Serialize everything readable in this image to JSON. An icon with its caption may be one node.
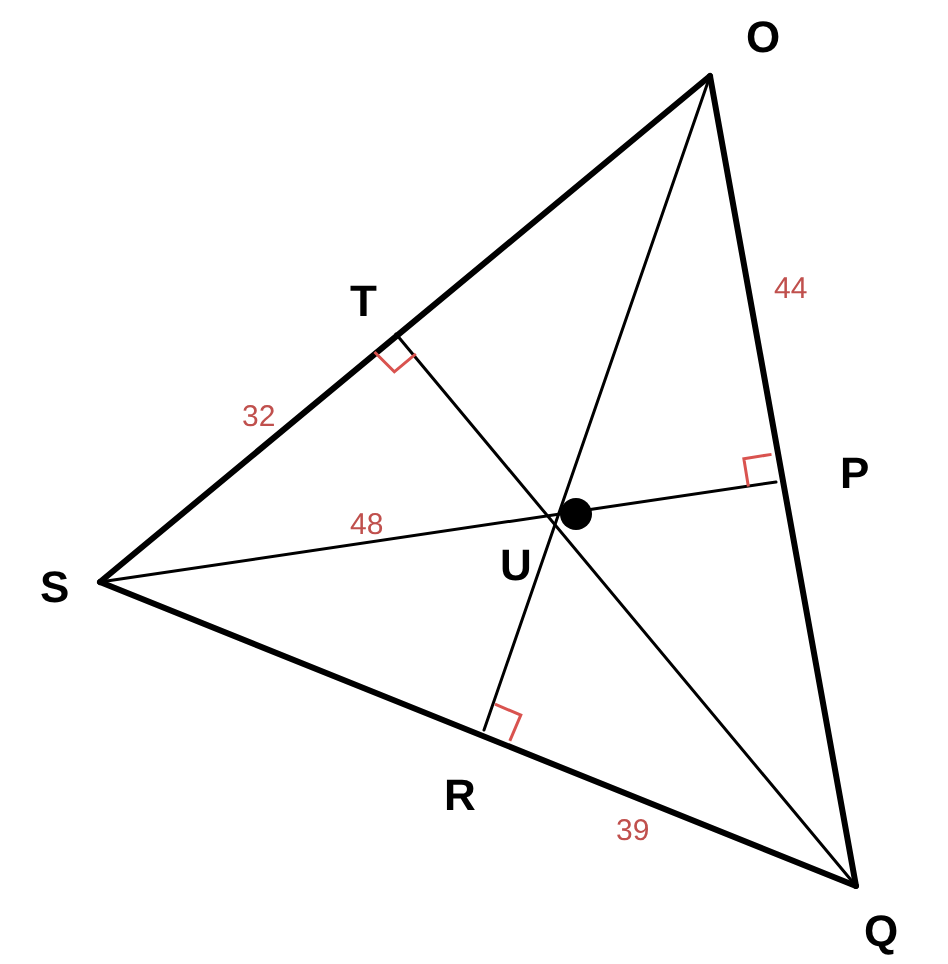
{
  "diagram": {
    "labels": [
      "O",
      "T",
      "32",
      "44",
      "P",
      "48",
      "S",
      "U",
      "R",
      "39",
      "Q"
    ]
  }
}
